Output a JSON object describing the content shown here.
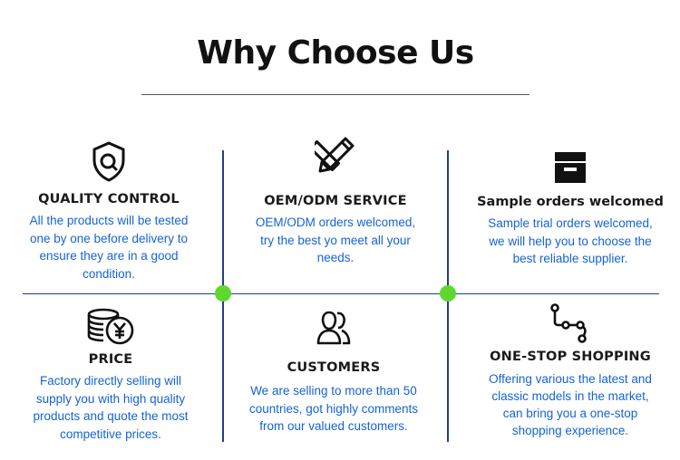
{
  "title": "Why Choose Us",
  "colors": {
    "accent_text": "#1463d8",
    "divider": "#1f3f8a",
    "node": "#5fd82e"
  },
  "features": [
    {
      "icon": "shield-search-icon",
      "heading": "QUALITY CONTROL",
      "lines": [
        "All the products will be tested",
        "one by one before delivery to",
        "ensure they are in a good",
        "condition."
      ]
    },
    {
      "icon": "pencil-ruler-icon",
      "heading": "OEM/ODM SERVICE",
      "lines": [
        "OEM/ODM orders welcomed,",
        "try the best yo meet all your",
        "needs."
      ]
    },
    {
      "icon": "archive-box-icon",
      "heading": "Sample orders welcomed",
      "lines": [
        "Sample trial orders welcomed,",
        "we will help you to choose the",
        "best reliable supplier."
      ]
    },
    {
      "icon": "coins-yen-icon",
      "heading": "PRICE",
      "lines": [
        "Factory directly selling will",
        "supply you with high quality",
        "products and quote the most",
        "competitive prices."
      ]
    },
    {
      "icon": "users-icon",
      "heading": "CUSTOMERS",
      "lines": [
        "We are selling to more than 50",
        "countries, got highly comments",
        "from our valued customers."
      ]
    },
    {
      "icon": "route-icon",
      "heading": "ONE-STOP SHOPPING",
      "lines": [
        "Offering various the latest and",
        "classic models in the market,",
        "can bring you a one-stop",
        "shopping experience."
      ]
    }
  ]
}
